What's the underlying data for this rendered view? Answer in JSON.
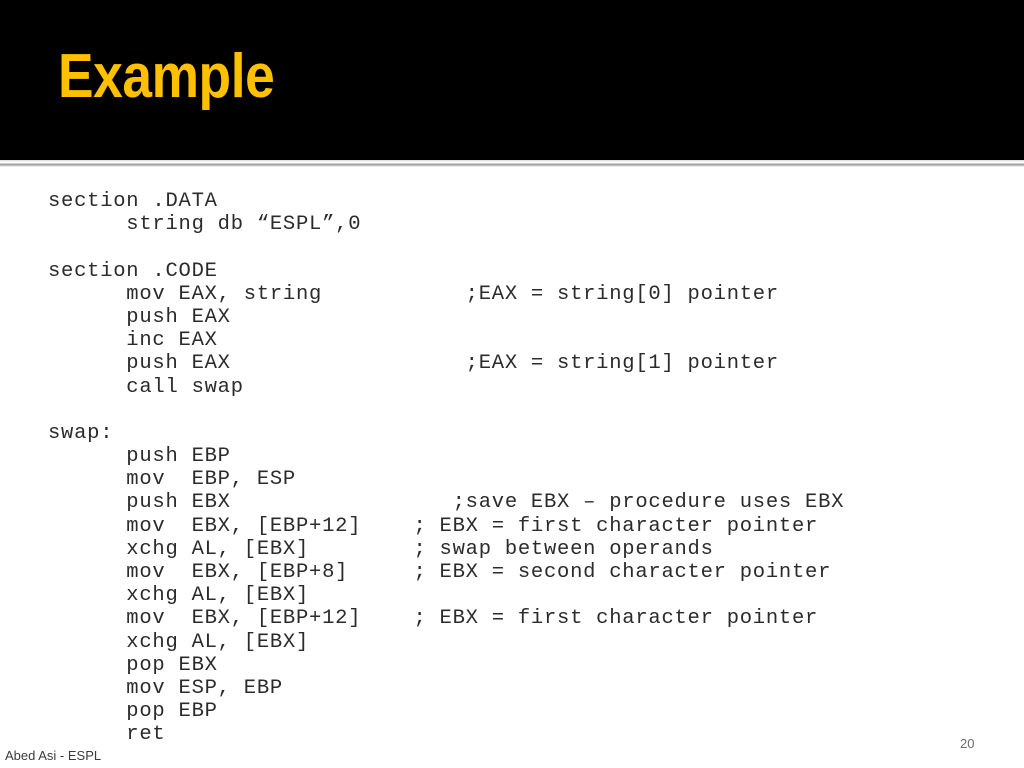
{
  "slide": {
    "title": "Example",
    "title_color": "#FFC000",
    "header_background": "#000000",
    "body_background": "#FFFFFF",
    "code_color": "#2B2B2B"
  },
  "code": {
    "lines": [
      "section .DATA",
      "      string db “ESPL”,0",
      "",
      "section .CODE",
      "      mov EAX, string           ;EAX = string[0] pointer",
      "      push EAX",
      "      inc EAX",
      "      push EAX                  ;EAX = string[1] pointer",
      "      call swap",
      "",
      "swap:",
      "      push EBP",
      "      mov  EBP, ESP",
      "      push EBX                 ;save EBX – procedure uses EBX",
      "      mov  EBX, [EBP+12]    ; EBX = first character pointer",
      "      xchg AL, [EBX]        ; swap between operands",
      "      mov  EBX, [EBP+8]     ; EBX = second character pointer",
      "      xchg AL, [EBX]",
      "      mov  EBX, [EBP+12]    ; EBX = first character pointer",
      "      xchg AL, [EBX]",
      "      pop EBX",
      "      mov ESP, EBP",
      "      pop EBP",
      "      ret"
    ]
  },
  "footer": {
    "author": "Abed Asi - ESPL",
    "page_number": "20"
  }
}
